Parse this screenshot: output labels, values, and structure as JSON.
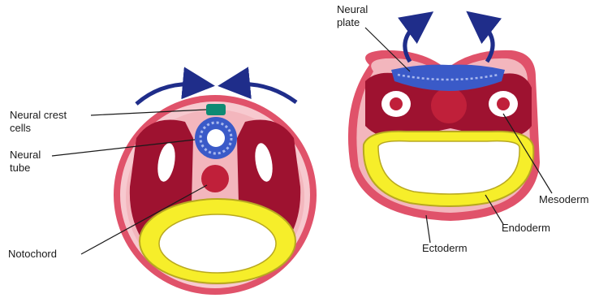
{
  "labels": {
    "neural_crest": [
      "Neural crest",
      "cells"
    ],
    "neural_tube": [
      "Neural",
      "tube"
    ],
    "notochord": "Notochord",
    "neural_plate": [
      "Neural",
      "plate"
    ],
    "mesoderm": "Mesoderm",
    "endoderm": "Endoderm",
    "ectoderm": "Ectoderm"
  },
  "colors": {
    "ectoderm": "#e0526a",
    "ectoderm_light": "#f08a9a",
    "mesoderm": "#9e1230",
    "mesoderm_light": "#c02040",
    "endoderm": "#f6ee2a",
    "endoderm_edge": "#b8a820",
    "neural": "#3a5ac8",
    "neural_crest": "#0e8a73",
    "arrow": "#1f2d8a"
  }
}
